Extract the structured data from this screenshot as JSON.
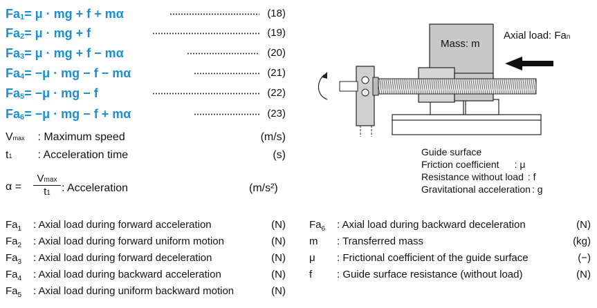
{
  "equations": [
    {
      "lhs_prefix": "Fa",
      "lhs_sub": "1",
      "rhs": "= μ · mg + f + mα",
      "number": "(18)"
    },
    {
      "lhs_prefix": "Fa",
      "lhs_sub": "2",
      "rhs": "= μ · mg + f",
      "number": "(19)"
    },
    {
      "lhs_prefix": "Fa",
      "lhs_sub": "3",
      "rhs": "= μ · mg + f − mα",
      "number": "(20)"
    },
    {
      "lhs_prefix": "Fa",
      "lhs_sub": "4",
      "rhs": "= −μ · mg − f − mα",
      "number": "(21)"
    },
    {
      "lhs_prefix": "Fa",
      "lhs_sub": "5",
      "rhs": "= −μ · mg − f",
      "number": "(22)"
    },
    {
      "lhs_prefix": "Fa",
      "lhs_sub": "6",
      "rhs": "= −μ · mg − f + mα",
      "number": "(23)"
    }
  ],
  "vmax_def": {
    "sym": "V",
    "sub": "max",
    "text": ": Maximum speed",
    "unit": "(m/s)"
  },
  "t1_def": {
    "sym": "t",
    "sub": "1",
    "text": ": Acceleration time",
    "unit": "(s)"
  },
  "accel_def": {
    "lhs": "α =",
    "numer_sym": "V",
    "numer_sub": "max",
    "denom_sym": "t",
    "denom_sub": "1",
    "text": ": Acceleration",
    "unit": "(m/s²)"
  },
  "left_list": [
    {
      "sym": "Fa",
      "sub": "1",
      "text": ": Axial load during forward acceleration",
      "unit": "(N)"
    },
    {
      "sym": "Fa",
      "sub": "2",
      "text": ": Axial load during forward uniform motion",
      "unit": "(N)"
    },
    {
      "sym": "Fa",
      "sub": "3",
      "text": ": Axial load during forward deceleration",
      "unit": "(N)"
    },
    {
      "sym": "Fa",
      "sub": "4",
      "text": ": Axial load during backward acceleration",
      "unit": "(N)"
    },
    {
      "sym": "Fa",
      "sub": "5",
      "text": ": Axial load during uniform backward motion",
      "unit": "(N)"
    }
  ],
  "right_list": [
    {
      "sym": "Fa",
      "sub": "6",
      "text": ": Axial load during backward deceleration",
      "unit": "(N)"
    },
    {
      "sym": "m",
      "sub": "",
      "text": ": Transferred mass",
      "unit": "(kg)"
    },
    {
      "sym": "μ",
      "sub": "",
      "text": ": Frictional coefficient of the guide surface",
      "unit": "(−)"
    },
    {
      "sym": "f",
      "sub": "",
      "text": ": Guide surface resistance (without load)",
      "unit": "(N)"
    }
  ],
  "diagram": {
    "mass_label": "Mass: m",
    "axial_label": "Axial load: Fa",
    "axial_sub": "n",
    "guide_title": "Guide surface",
    "guide_rows": [
      {
        "label": "Friction coefficient",
        "sym": ": μ"
      },
      {
        "label": "Resistance without load",
        "sym": ": f"
      },
      {
        "label": "Gravitational acceleration",
        "sym": ": g"
      }
    ]
  },
  "colors": {
    "accent": "#1a8fd6",
    "text": "#111111",
    "machine_gray": "#c8c8c8"
  }
}
